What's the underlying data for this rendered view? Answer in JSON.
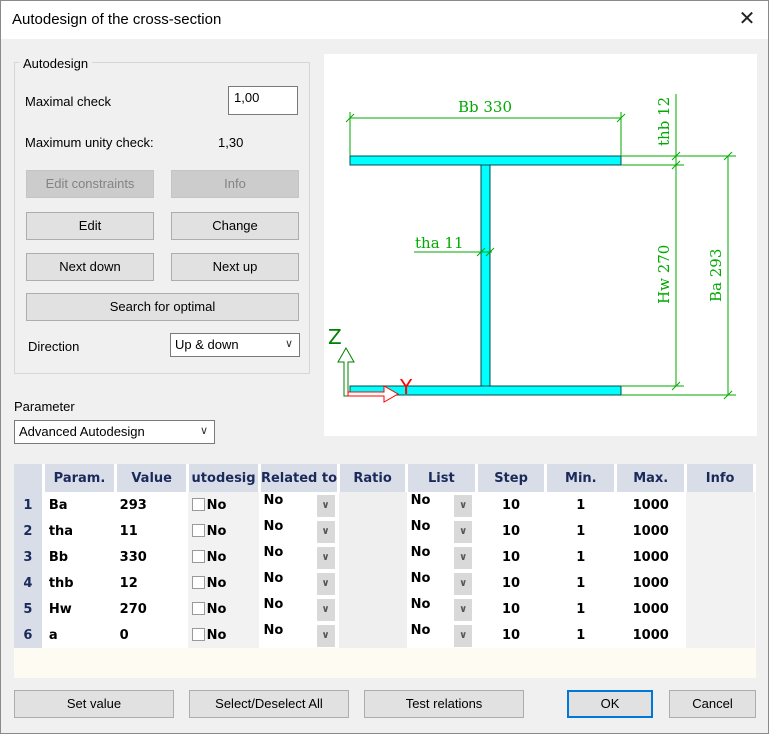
{
  "window": {
    "title": "Autodesign of the cross-section",
    "close_symbol": "✕"
  },
  "autodesign": {
    "group_label": "Autodesign",
    "maximal_check_label": "Maximal check",
    "maximal_check_value": "1,00",
    "max_unity_label": "Maximum unity check:",
    "max_unity_value": "1,30",
    "buttons": {
      "edit_constraints": "Edit constraints",
      "info": "Info",
      "edit": "Edit",
      "change": "Change",
      "next_down": "Next down",
      "next_up": "Next up",
      "search_optimal": "Search for optimal"
    },
    "direction_label": "Direction",
    "direction_value": "Up & down"
  },
  "parameter": {
    "label": "Parameter",
    "value": "Advanced Autodesign"
  },
  "section": {
    "labels": {
      "bb": "Bb 330",
      "thb": "thb 12",
      "tha": "tha 11",
      "hw": "Hw 270",
      "ba": "Ba 293",
      "z_axis": "Z",
      "y_axis": "Y"
    },
    "colors": {
      "flange": "#00ffff",
      "dimension": "#00aa00",
      "axis_z": "#008000",
      "axis_y": "#ff0000"
    }
  },
  "grid": {
    "columns": [
      "Param.",
      "Value",
      "utodesig",
      "Related to",
      "Ratio",
      "List",
      "Step",
      "Min.",
      "Max.",
      "Info"
    ],
    "rows": [
      {
        "num": "1",
        "param": "Ba",
        "value": "293",
        "auto": "No",
        "related": "No",
        "list": "No",
        "step": "10",
        "min": "1",
        "max": "1000"
      },
      {
        "num": "2",
        "param": "tha",
        "value": "11",
        "auto": "No",
        "related": "No",
        "list": "No",
        "step": "10",
        "min": "1",
        "max": "1000"
      },
      {
        "num": "3",
        "param": "Bb",
        "value": "330",
        "auto": "No",
        "related": "No",
        "list": "No",
        "step": "10",
        "min": "1",
        "max": "1000"
      },
      {
        "num": "4",
        "param": "thb",
        "value": "12",
        "auto": "No",
        "related": "No",
        "list": "No",
        "step": "10",
        "min": "1",
        "max": "1000"
      },
      {
        "num": "5",
        "param": "Hw",
        "value": "270",
        "auto": "No",
        "related": "No",
        "list": "No",
        "step": "10",
        "min": "1",
        "max": "1000"
      },
      {
        "num": "6",
        "param": "a",
        "value": "0",
        "auto": "No",
        "related": "No",
        "list": "No",
        "step": "10",
        "min": "1",
        "max": "1000"
      }
    ]
  },
  "footer": {
    "set_value": "Set value",
    "select_all": "Select/Deselect All",
    "test_relations": "Test relations",
    "ok": "OK",
    "cancel": "Cancel"
  }
}
